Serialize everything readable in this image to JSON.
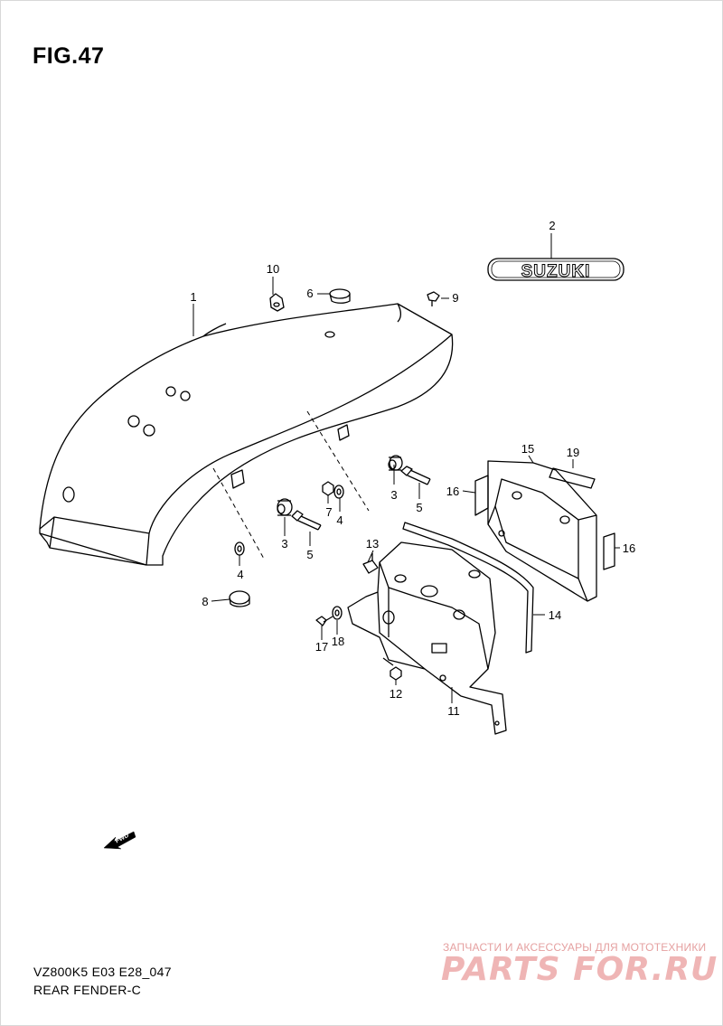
{
  "figure": {
    "title": "FIG.47"
  },
  "badge": {
    "text": "SUZUKI"
  },
  "callouts": [
    "1",
    "2",
    "3",
    "3",
    "4",
    "4",
    "5",
    "5",
    "6",
    "7",
    "8",
    "9",
    "10",
    "11",
    "12",
    "13",
    "14",
    "15",
    "16",
    "16",
    "17",
    "18",
    "19"
  ],
  "fwd_label": "FWD",
  "footer": {
    "code": "VZ800K5 E03 E28_047",
    "name": "REAR FENDER-C"
  },
  "watermark": {
    "tagline": "ЗАПЧАСТИ И АКСЕССУАРЫ ДЛЯ МОТОТЕХНИКИ",
    "logo": "PARTS FOR.RU"
  },
  "colors": {
    "line": "#000000",
    "watermark": "#e27878"
  }
}
